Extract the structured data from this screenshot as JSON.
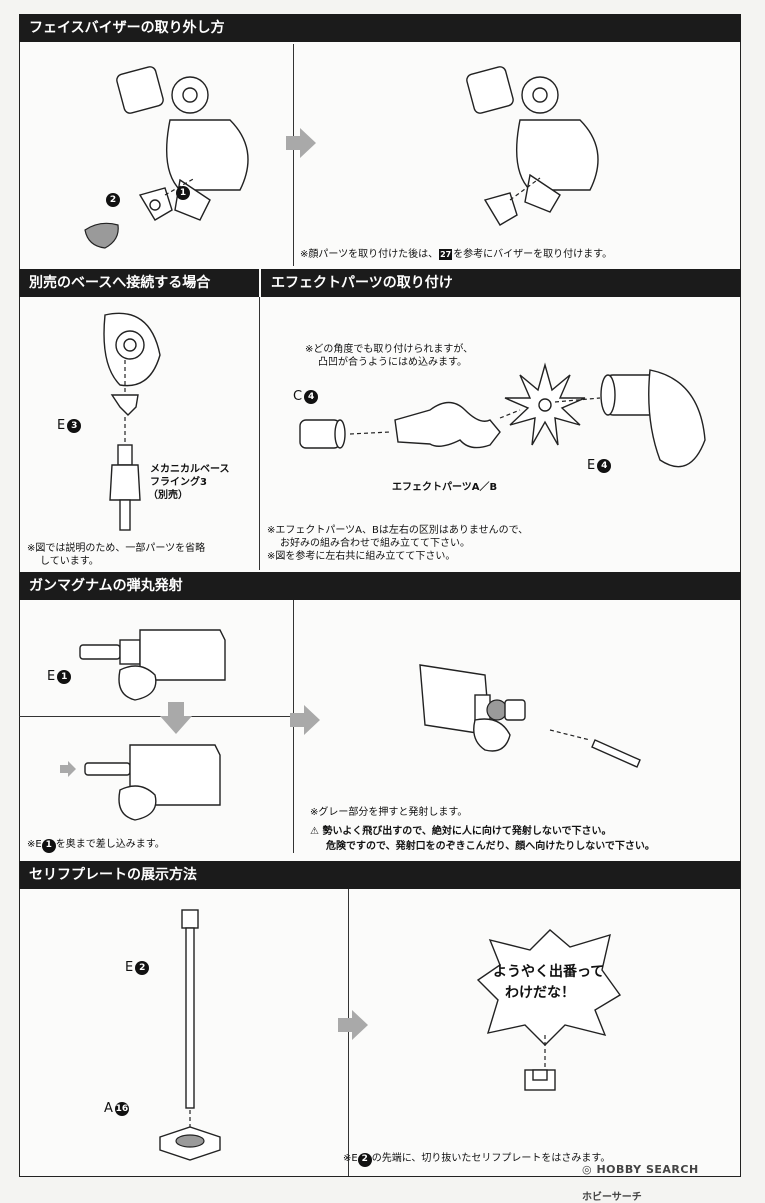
{
  "sections": {
    "visor": {
      "title": "フェイスバイザーの取り外し方",
      "note_pre": "※顔パーツを取り付けた後は、",
      "note_ref": "27",
      "note_post": "を参考にバイザーを取り付けます。",
      "step1": "1",
      "step2": "2"
    },
    "base": {
      "title": "別売のベースへ接続する場合",
      "part_letter": "E",
      "part_num": "3",
      "base_label_1": "メカニカルベース",
      "base_label_2": "フライング3",
      "base_label_3": "（別売）",
      "note_1": "※図では説明のため、一部パーツを省略",
      "note_2": "しています。"
    },
    "effect": {
      "title": "エフェクトパーツの取り付け",
      "note_top_1": "※どの角度でも取り付けられますが、",
      "note_top_2": "凸凹が合うようにはめ込みます。",
      "part_c_letter": "C",
      "part_c_num": "4",
      "part_e_letter": "E",
      "part_e_num": "4",
      "effect_label": "エフェクトパーツA／B",
      "note_1": "※エフェクトパーツA、Bは左右の区別はありませんので、",
      "note_2": "お好みの組み合わせで組み立てて下さい。",
      "note_3": "※図を参考に左右共に組み立てて下さい。"
    },
    "gun": {
      "title": "ガンマグナムの弾丸発射",
      "part_letter": "E",
      "part_num": "1",
      "note_left_pre": "※E",
      "note_left_num": "1",
      "note_left_post": "を奥まで差し込みます。",
      "note_right_1": "※グレー部分を押すと発射します。",
      "warning_1": "勢いよく飛び出すので、絶対に人に向けて発射しないで下さい。",
      "warning_2": "危険ですので、発射口をのぞきこんだり、顔へ向けたりしないで下さい。"
    },
    "plate": {
      "title": "セリフプレートの展示方法",
      "part_e_letter": "E",
      "part_e_num": "2",
      "part_a_letter": "A",
      "part_a_num": "16",
      "bubble_1": "ようやく出番って",
      "bubble_2": "わけだな！",
      "note_pre": "※E",
      "note_num": "2",
      "note_post": "の先端に、切り抜いたセリフプレートをはさみます。"
    }
  },
  "watermark": {
    "brand": "HOBBY SEARCH",
    "brand_jp": "ホビーサーチ"
  },
  "colors": {
    "header_bg": "#1b1b1b",
    "header_text": "#ffffff",
    "arrow_grey": "#a9a9a9",
    "part_grey": "#9a9a9a"
  }
}
